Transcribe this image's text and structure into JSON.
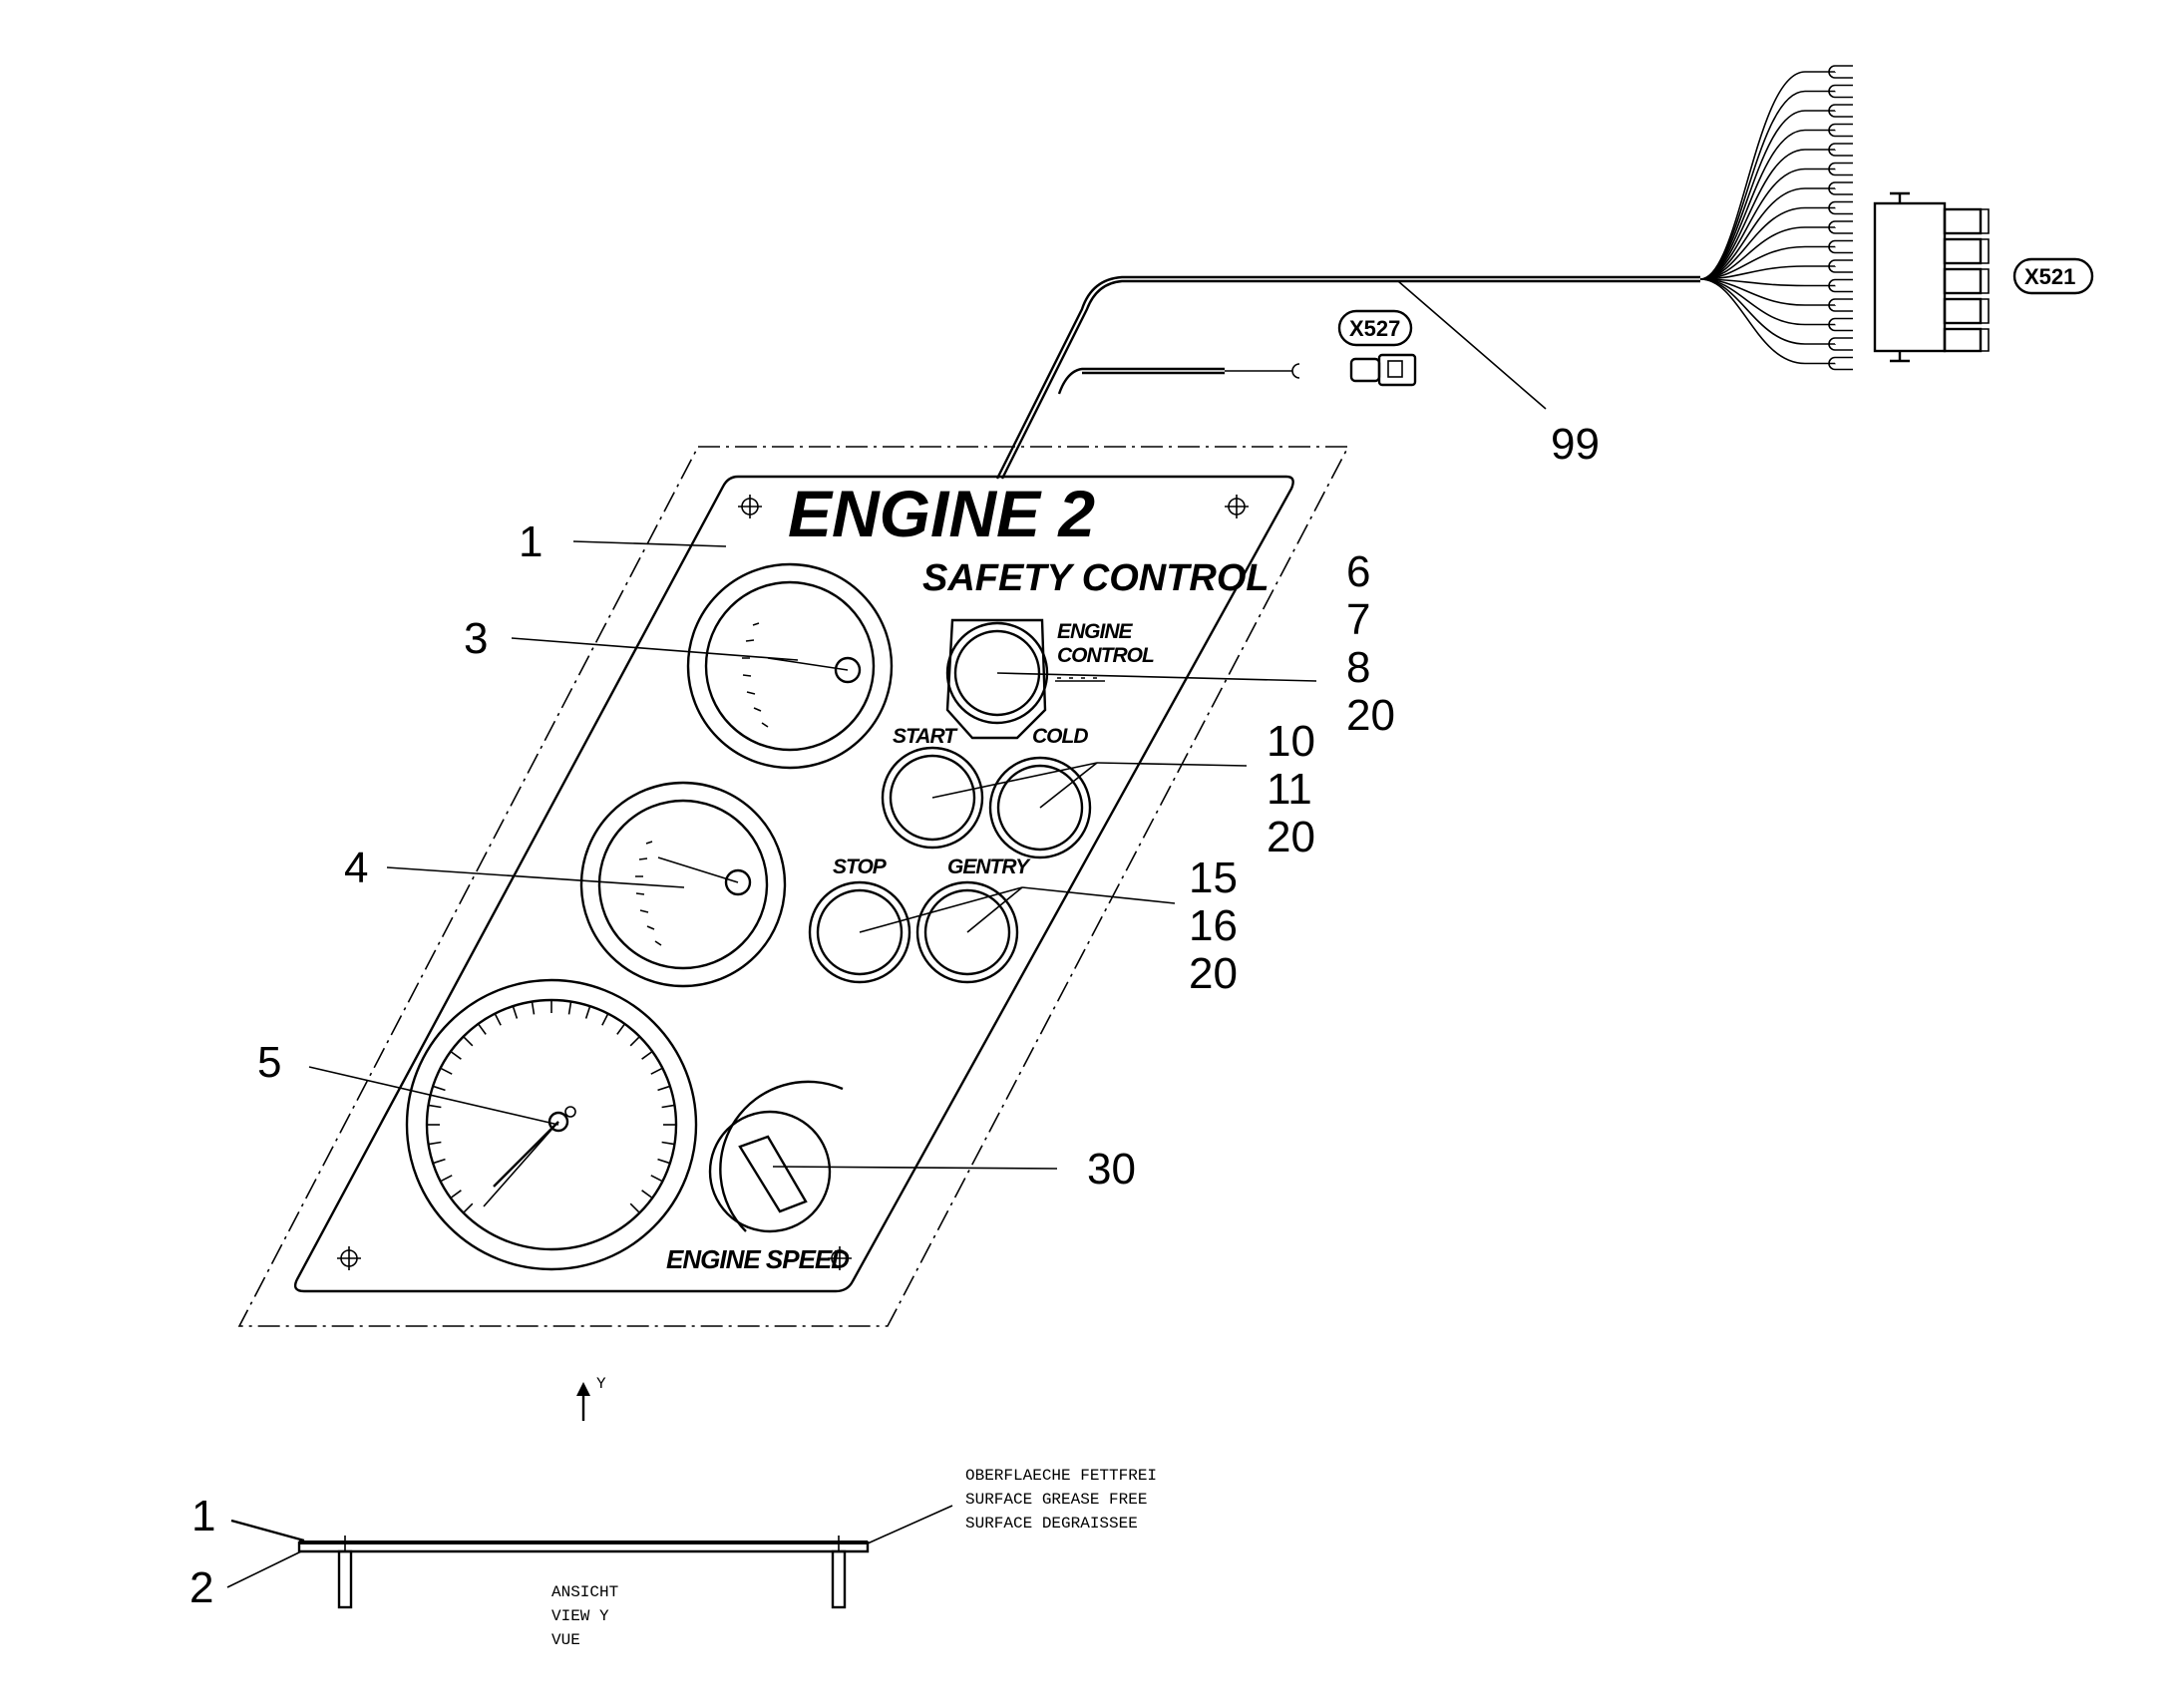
{
  "panel": {
    "title": "ENGINE 2",
    "subtitle": "SAFETY CONTROL",
    "engine_control_label_1": "ENGINE",
    "engine_control_label_2": "CONTROL",
    "start_label": "START",
    "cold_label": "COLD",
    "stop_label": "STOP",
    "gentry_label": "GENTRY",
    "engine_speed_label": "ENGINE SPEED"
  },
  "callouts": {
    "c1": "1",
    "c3": "3",
    "c4": "4",
    "c5": "5",
    "c6": "6",
    "c7": "7",
    "c8": "8",
    "c20a": "20",
    "c10": "10",
    "c11": "11",
    "c20b": "20",
    "c15": "15",
    "c16": "16",
    "c20c": "20",
    "c30": "30",
    "c99": "99",
    "side_1": "1",
    "side_2": "2"
  },
  "connectors": {
    "x521": "X521",
    "x527": "X527"
  },
  "view_marker": "Y",
  "surface_note": {
    "line1": "OBERFLAECHE FETTFREI",
    "line2": "SURFACE GREASE FREE",
    "line3": "SURFACE DEGRAISSEE"
  },
  "view_caption": {
    "line1": "ANSICHT",
    "line2": "VIEW Y",
    "line3": "VUE"
  }
}
